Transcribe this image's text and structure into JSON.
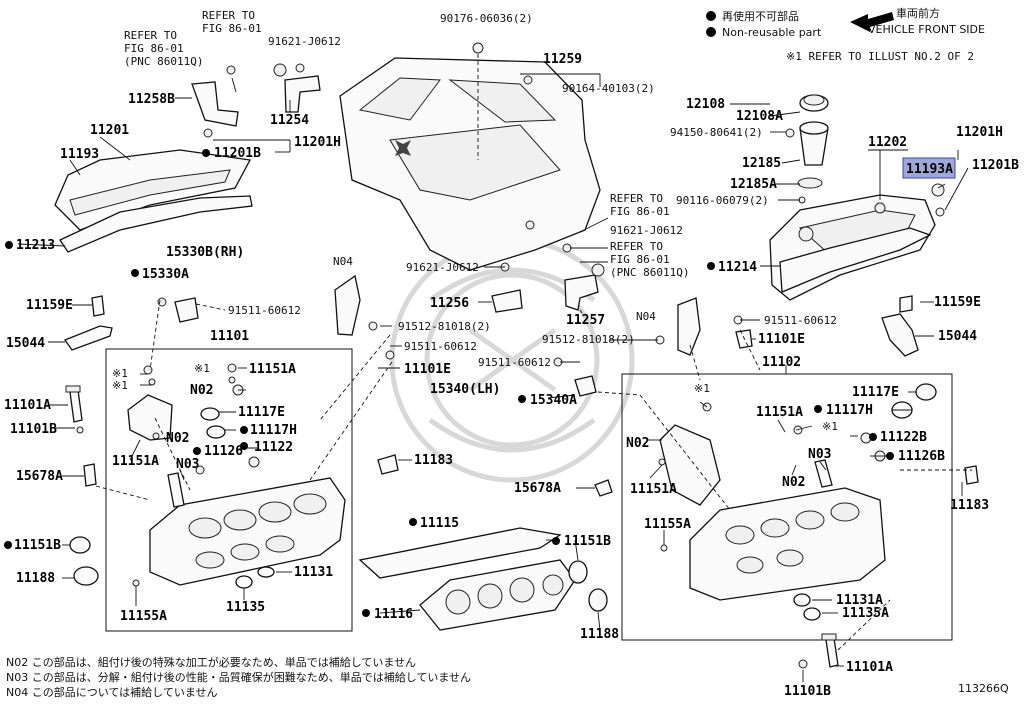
{
  "diagram_id": "113266Q",
  "legend": {
    "non_reusable_jp": "再使用不可部品",
    "non_reusable_en": "Non-reusable part",
    "vehicle_front_jp": "車両前方",
    "vehicle_front_en": "VEHICLE FRONT SIDE",
    "refer_note": "※1 REFER TO ILLUST NO.2 OF 2"
  },
  "notes": [
    "N02 この部品は、組付け後の特殊な加工が必要なため、単品では補給していません",
    "N03 この部品は、分解・組付け後の性能・品質確保が困難なため、単品では補給していません",
    "N04 この部品については補給していません"
  ],
  "highlight_label": "11193A",
  "labels": {
    "l1": "REFER TO",
    "l2": "FIG 86-01",
    "l3": "REFER TO",
    "l4": "FIG 86-01",
    "l5": "(PNC 86011Q)",
    "l6": "91621-J0612",
    "l7": "90176-06036(2)",
    "l8": "11259",
    "l9": "90164-40103(2)",
    "l10": "11258B",
    "l11": "11254",
    "l12": "11201",
    "l13": "11193",
    "l14": "11201B",
    "l15": "11201H",
    "l16": "11213",
    "l17": "15330B(RH)",
    "l18": "15330A",
    "l19": "91511-60612",
    "l20": "11159E",
    "l21": "15044",
    "l22": "N04",
    "l23": "11101",
    "l24": "91512-81018(2)",
    "l25": "91511-60612",
    "l26": "11101E",
    "l27": "11101A",
    "l28": "11101B",
    "l29": "※1",
    "l30": "※1",
    "l31": "※1",
    "l32": "N02",
    "l33": "11151A",
    "l34": "11117E",
    "l35": "11117H",
    "l36": "N02",
    "l37": "11126",
    "l38": "11122",
    "l39": "11151A",
    "l40": "N03",
    "l41": "15678A",
    "l42": "11183",
    "l43": "11151B",
    "l44": "11188",
    "l45": "11131",
    "l46": "11135",
    "l47": "11155A",
    "l48": "11115",
    "l49": "11116",
    "l50": "91621-J0612",
    "l51": "11256",
    "l52": "REFER TO",
    "l53": "FIG 86-01",
    "l54": "91621-J0612",
    "l55": "REFER TO",
    "l56": "FIG 86-01",
    "l57": "(PNC 86011Q)",
    "l58": "11257",
    "l59": "91512-81018(2)",
    "l60": "91511-60612",
    "l61": "15340(LH)",
    "l62": "15340A",
    "l63": "12108",
    "l64": "12108A",
    "l65": "94150-80641(2)",
    "l66": "11202",
    "l67": "11201H",
    "l68": "12185",
    "l69": "11201B",
    "l70": "12185A",
    "l71": "90116-06079(2)",
    "l72": "11214",
    "l73": "N04",
    "l74": "91511-60612",
    "l75": "11159E",
    "l76": "11101E",
    "l77": "15044",
    "l78": "11102",
    "l79": "※1",
    "l80": "11117E",
    "l81": "11117H",
    "l82": "11151A",
    "l83": "※1",
    "l84": "N02",
    "l85": "11122B",
    "l86": "N03",
    "l87": "11126B",
    "l88": "11151A",
    "l89": "N02",
    "l90": "15678A",
    "l91": "11183",
    "l92": "11155A",
    "l93": "11151B",
    "l94": "11131A",
    "l95": "11135A",
    "l96": "11188",
    "l97": "11101A",
    "l98": "11101B"
  }
}
